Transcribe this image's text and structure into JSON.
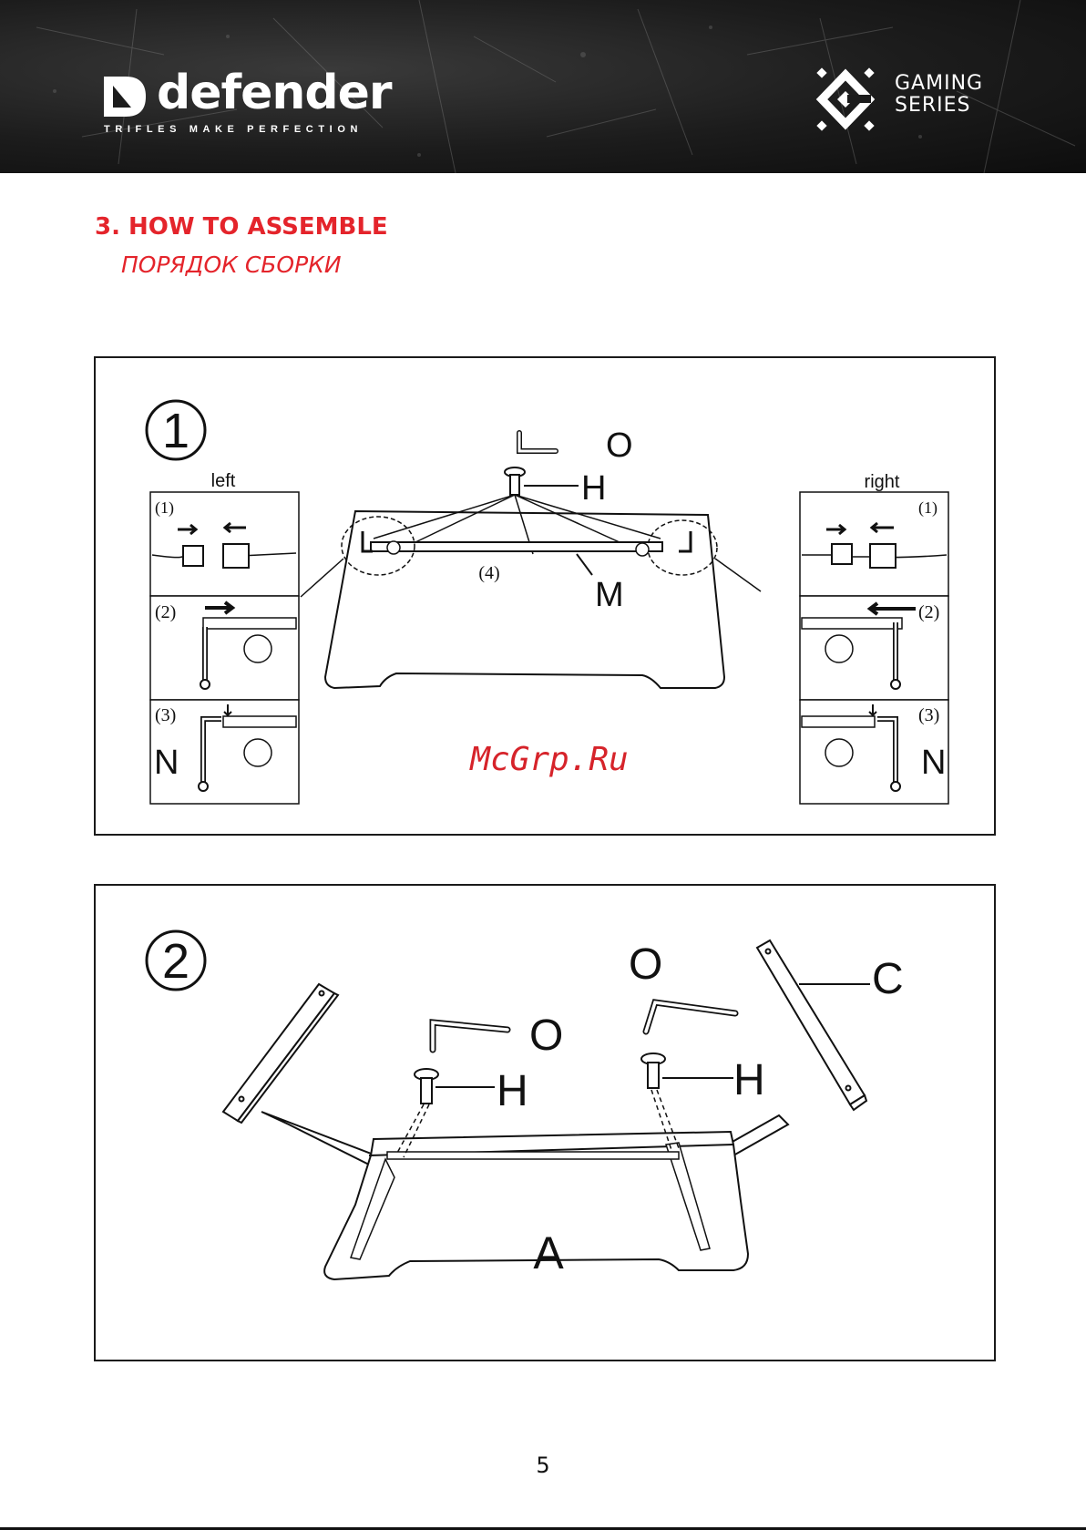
{
  "header": {
    "brand_name": "defender",
    "brand_tagline": "TRIFLES MAKE PERFECTION",
    "series_line1": "GAMING",
    "series_line2": "SERIES"
  },
  "section": {
    "title": "3. HOW TO ASSEMBLE",
    "subtitle": "ПОРЯДОК СБОРКИ"
  },
  "step1": {
    "number": "1",
    "left_caption": "left",
    "right_caption": "right",
    "substep1": "(1)",
    "substep2": "(2)",
    "substep3": "(3)",
    "substep4": "(4)",
    "part_o": "O",
    "part_h": "H",
    "part_m": "M",
    "part_n": "N",
    "watermark": "McGrp.Ru"
  },
  "step2": {
    "number": "2",
    "part_o_left": "O",
    "part_h_left": "H",
    "part_o_right": "O",
    "part_h_right": "H",
    "part_c": "C",
    "part_a": "A"
  },
  "footer": {
    "page_number": "5"
  }
}
